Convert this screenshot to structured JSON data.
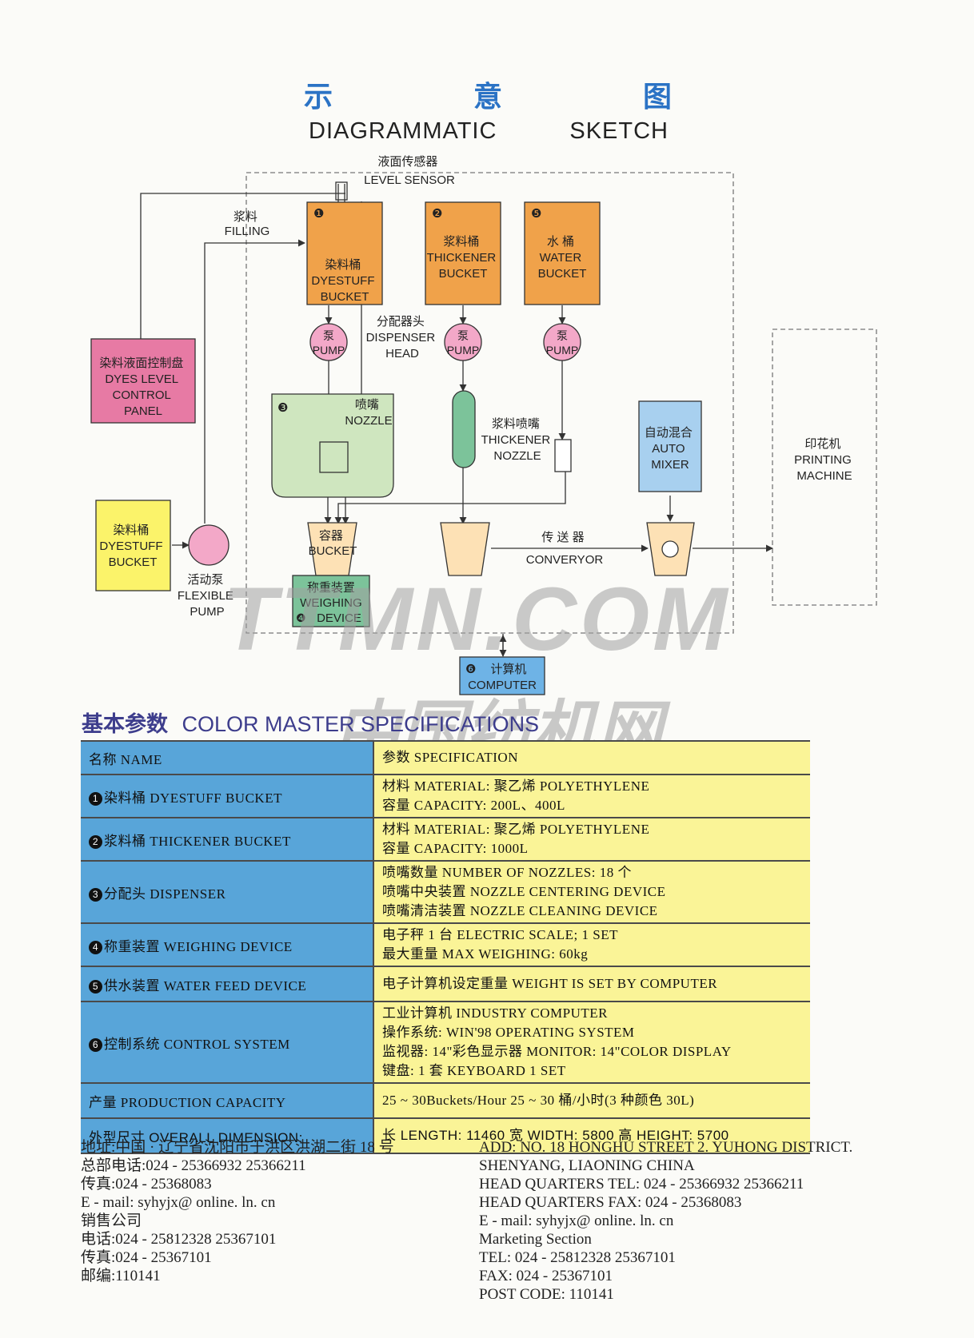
{
  "header": {
    "title_cn": [
      "示",
      "意",
      "图"
    ],
    "title_en": [
      "DIAGRAMMATIC",
      "SKETCH"
    ]
  },
  "diagram": {
    "level_sensor": [
      "液面传感器",
      "LEVEL SENSOR"
    ],
    "filling": [
      "浆料",
      "FILLING"
    ],
    "dyestuff_bucket": {
      "num": "❶",
      "lines": [
        "染料桶",
        "DYESTUFF",
        "BUCKET"
      ]
    },
    "thickener_bucket": {
      "num": "❷",
      "lines": [
        "浆料桶",
        "THICKENER",
        "BUCKET"
      ]
    },
    "water_bucket": {
      "num": "❺",
      "lines": [
        "水  桶",
        "WATER",
        "BUCKET"
      ]
    },
    "pump": [
      "泵",
      "PUMP"
    ],
    "dispenser_head": [
      "分配器头",
      "DISPENSER",
      "HEAD"
    ],
    "dyes_level_panel": [
      "染料液面控制盘",
      "DYES LEVEL",
      "CONTROL",
      "PANEL"
    ],
    "nozzle_block": {
      "num": "❸",
      "lines": [
        "喷嘴",
        "NOZZLE"
      ]
    },
    "thickener_nozzle": [
      "浆料喷嘴",
      "THICKENER",
      "NOZZLE"
    ],
    "auto_mixer": [
      "自动混合",
      "AUTO",
      "MIXER"
    ],
    "printing_machine": [
      "印花机",
      "PRINTING",
      "MACHINE"
    ],
    "external_dyestuff_bucket": [
      "染料桶",
      "DYESTUFF",
      "BUCKET"
    ],
    "flexible_pump": [
      "活动泵",
      "FLEXIBLE",
      "PUMP"
    ],
    "bucket": [
      "容器",
      "BUCKET"
    ],
    "conveyor": [
      "传  送  器",
      "CONVERYOR"
    ],
    "weighing_device": {
      "num": "❹",
      "lines": [
        "称重装置",
        "WEIGHING",
        "DEVICE"
      ]
    },
    "computer": {
      "num": "❻",
      "lines": [
        "计算机",
        "COMPUTER"
      ]
    },
    "colors": {
      "orange": "#f0a24a",
      "pink": "#f3a8c8",
      "green": "#cfe6bf",
      "blue": "#a8d0ef",
      "yellow": "#fbf36a",
      "magenta": "#e77aa4",
      "teal": "#7cc39a"
    }
  },
  "watermark": {
    "en": "TTMN.COM",
    "cn": "中国纺机网"
  },
  "specs": {
    "title_cn": "基本参数",
    "title_en": "COLOR MASTER SPECIFICATIONS",
    "header": {
      "name": "名称 NAME",
      "value": "参数 SPECIFICATION"
    },
    "rows": [
      {
        "num": "1",
        "name": "染料桶 DYESTUFF BUCKET",
        "values": [
          "材料 MATERIAL: 聚乙烯 POLYETHYLENE",
          "容量 CAPACITY: 200L、400L"
        ]
      },
      {
        "num": "2",
        "name": "浆料桶 THICKENER BUCKET",
        "values": [
          "材料 MATERIAL: 聚乙烯 POLYETHYLENE",
          "容量 CAPACITY: 1000L"
        ]
      },
      {
        "num": "3",
        "name": "分配头 DISPENSER",
        "values": [
          "喷嘴数量 NUMBER OF NOZZLES: 18 个",
          "喷嘴中央装置 NOZZLE CENTERING DEVICE",
          "喷嘴清洁装置 NOZZLE CLEANING DEVICE"
        ]
      },
      {
        "num": "4",
        "name": "称重装置 WEIGHING DEVICE",
        "values": [
          "电子秤 1 台 ELECTRIC SCALE; 1 SET",
          "最大重量 MAX WEIGHING: 60kg"
        ]
      },
      {
        "num": "5",
        "name": "供水装置 WATER FEED DEVICE",
        "values": [
          "电子计算机设定重量 WEIGHT IS SET BY COMPUTER"
        ]
      },
      {
        "num": "6",
        "name": "控制系统 CONTROL SYSTEM",
        "values": [
          "工业计算机 INDUSTRY COMPUTER",
          "操作系统: WIN'98 OPERATING SYSTEM",
          "监视器: 14\"彩色显示器 MONITOR: 14\"COLOR DISPLAY",
          "键盘: 1 套      KEYBOARD      1 SET"
        ]
      },
      {
        "num": "",
        "name": "产量 PRODUCTION CAPACITY",
        "values": [
          "25 ~ 30Buckets/Hour 25 ~ 30 桶/小时(3 种颜色 30L)"
        ]
      },
      {
        "num": "",
        "name": "外型尺寸 OVERALL DIMENSION:",
        "values": [
          "长 LENGTH: 11460     宽 WIDTH: 5800     高 HEIGHT: 5700"
        ]
      }
    ]
  },
  "contact_cn": [
    "地址:中国 · 辽宁省沈阳市于洪区洪湖二街 18 号",
    "总部电话:024 - 25366932   25366211",
    "传真:024 - 25368083",
    "E - mail: syhyjx@ online. ln. cn",
    "销售公司",
    "电话:024 - 25812328   25367101",
    "传真:024 - 25367101",
    "邮编:110141"
  ],
  "contact_en": [
    "ADD: NO. 18 HONGHU STREET 2. YUHONG DISTRICT.",
    "SHENYANG, LIAONING CHINA",
    "HEAD QUARTERS TEL: 024 - 25366932   25366211",
    "HEAD QUARTERS FAX: 024 - 25368083",
    "E - mail: syhyjx@ online. ln. cn",
    "Marketing Section",
    "TEL: 024 - 25812328   25367101",
    "FAX: 024 - 25367101",
    "POST CODE: 110141"
  ]
}
